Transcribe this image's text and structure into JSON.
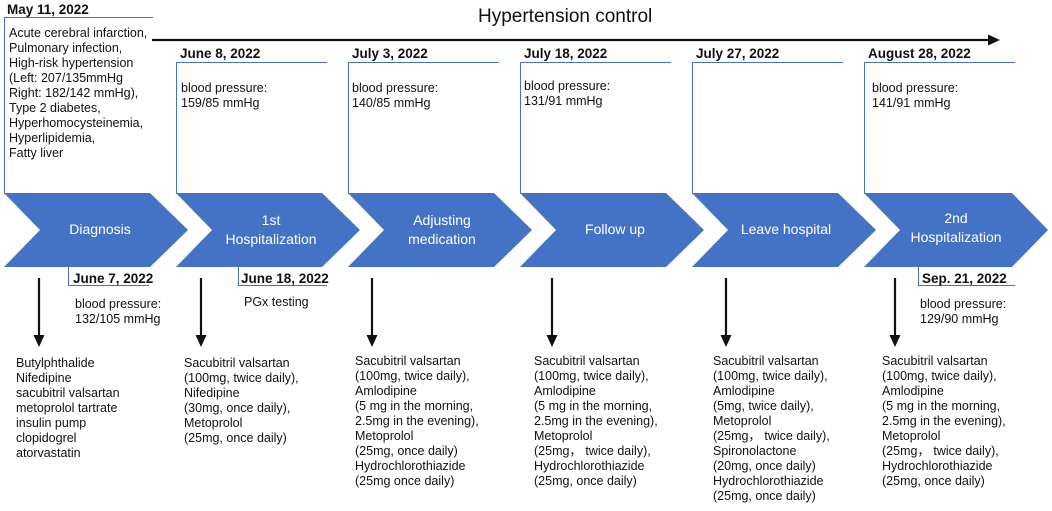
{
  "title": "Hypertension control",
  "colors": {
    "chevron": "#4472c4",
    "label_text": "#ffffff",
    "box_line": "#4472c4",
    "arrow": "#111111"
  },
  "phases": [
    {
      "label": "Diagnosis"
    },
    {
      "label": "1st\nHospitalization"
    },
    {
      "label": "Adjusting\nmedication"
    },
    {
      "label": "Follow up"
    },
    {
      "label": "Leave hospital"
    },
    {
      "label": "2nd\nHospitalization"
    }
  ],
  "top_notes": [
    {
      "date": "May 11, 2022",
      "text": "Acute cerebral infarction,\nPulmonary infection,\nHigh-risk hypertension\n(Left: 207/135mmHg\n Right: 182/142 mmHg),\nType 2 diabetes,\nHyperhomocysteinemia,\nHyperlipidemia,\nFatty liver"
    },
    {
      "date": "June 8, 2022",
      "text": "blood pressure:\n159/85 mmHg"
    },
    {
      "date": "July 3, 2022",
      "text": "blood pressure:\n140/85 mmHg"
    },
    {
      "date": "July 18, 2022",
      "text": "blood pressure:\n131/91 mmHg"
    },
    {
      "date": "July 27, 2022",
      "text": ""
    },
    {
      "date": "August 28, 2022",
      "text": "blood pressure:\n141/91 mmHg"
    }
  ],
  "bottom_notes": [
    {
      "date": "June 7, 2022",
      "text": "blood pressure:\n132/105 mmHg"
    },
    {
      "date": "June 18, 2022",
      "text": "PGx testing"
    },
    {
      "date": "Sep. 21, 2022",
      "text": "blood pressure:\n129/90 mmHg"
    }
  ],
  "medications": [
    "Butylphthalide\nNifedipine\nsacubitril valsartan\nmetoprolol tartrate\ninsulin pump\nclopidogrel\natorvastatin",
    "Sacubitril valsartan\n(100mg, twice daily),\nNifedipine\n(30mg, once daily),\nMetoprolol\n(25mg,  once daily)",
    "Sacubitril valsartan\n(100mg, twice daily),\nAmlodipine\n(5 mg in the morning,\n2.5mg in the evening),\nMetoprolol\n(25mg, once daily)\nHydrochlorothiazide\n(25mg once daily)",
    "Sacubitril valsartan\n(100mg, twice daily),\nAmlodipine\n(5 mg in the morning,\n2.5mg in the evening),\nMetoprolol\n(25mg， twice daily),\nHydrochlorothiazide\n(25mg, once daily)",
    "Sacubitril valsartan\n(100mg, twice daily),\nAmlodipine\n(5mg, twice daily),\nMetoprolol\n(25mg， twice daily),\nSpironolactone\n(20mg, once daily)\nHydrochlorothiazide\n(25mg, once daily)",
    "Sacubitril valsartan\n(100mg, twice daily),\nAmlodipine\n(5 mg in the morning,\n2.5mg in the evening),\nMetoprolol\n(25mg， twice daily),\nHydrochlorothiazide\n(25mg, once daily)"
  ]
}
